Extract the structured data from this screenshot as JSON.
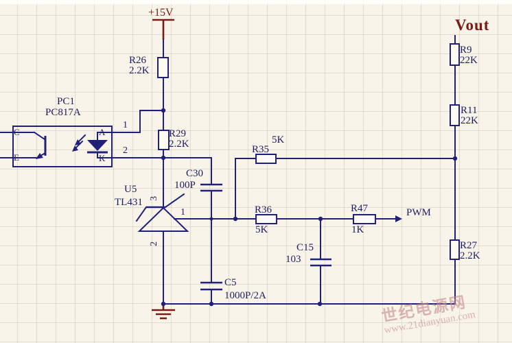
{
  "colors": {
    "wire": "#20207b",
    "text": "#1d1d5e",
    "power": "#7c1a16"
  },
  "labels": {
    "v15": "+15V",
    "vout": "Vout",
    "pwm": "PWM"
  },
  "components": {
    "r26": {
      "ref": "R26",
      "value": "2.2K"
    },
    "r29": {
      "ref": "R29",
      "value": "2.2K"
    },
    "r35": {
      "ref": "R35",
      "value": "5K"
    },
    "r36": {
      "ref": "R36",
      "value": "5K"
    },
    "r47": {
      "ref": "R47",
      "value": "1K"
    },
    "r9": {
      "ref": "R9",
      "value": "22K"
    },
    "r11": {
      "ref": "R11",
      "value": "22K"
    },
    "r27": {
      "ref": "R27",
      "value": "2.2K"
    },
    "c30": {
      "ref": "C30",
      "value": "100P"
    },
    "c5": {
      "ref": "C5",
      "value": "1000P/2A"
    },
    "c15": {
      "ref": "C15",
      "value": "103"
    },
    "pc1": {
      "ref": "PC1",
      "part": "PC817A",
      "pin1": "1",
      "pin2": "2",
      "pin_a": "A",
      "pin_k": "K",
      "pin_c": "C",
      "pin_e": "E"
    },
    "u5": {
      "ref": "U5",
      "part": "TL431",
      "pin1": "1",
      "pin2": "2",
      "pin3": "3"
    }
  },
  "watermark": {
    "line1": "世纪电源网",
    "line2": "www.21dianyuan.com"
  }
}
